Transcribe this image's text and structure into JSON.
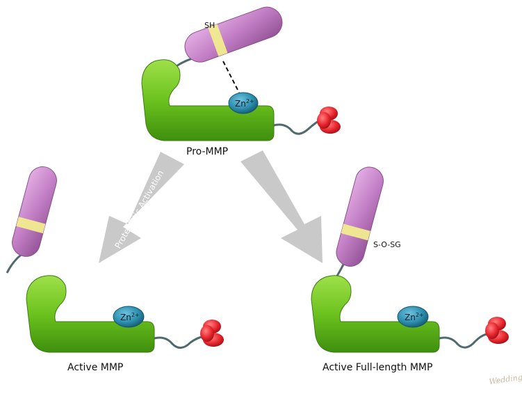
{
  "pro_label": "Pro-MMP",
  "active_label": "Active MMP",
  "fulllength_label": "Active Full-length MMP",
  "sh_label": "SH",
  "sosg_label": "S-O-SG",
  "zn_label": "Zn",
  "zn_charge": "2+",
  "arrow_label": "Proteolytic Activation",
  "signature": "Wedding",
  "colors": {
    "catalytic_domain": "#6fc21f",
    "propeptide": "#c27fc4",
    "propeptide_band": "#f1ec8f",
    "zinc": "#2f8fb0",
    "hemopexin": "#e8262e",
    "linker": "#4f6a6e",
    "arrow": "#c8c8c8"
  }
}
